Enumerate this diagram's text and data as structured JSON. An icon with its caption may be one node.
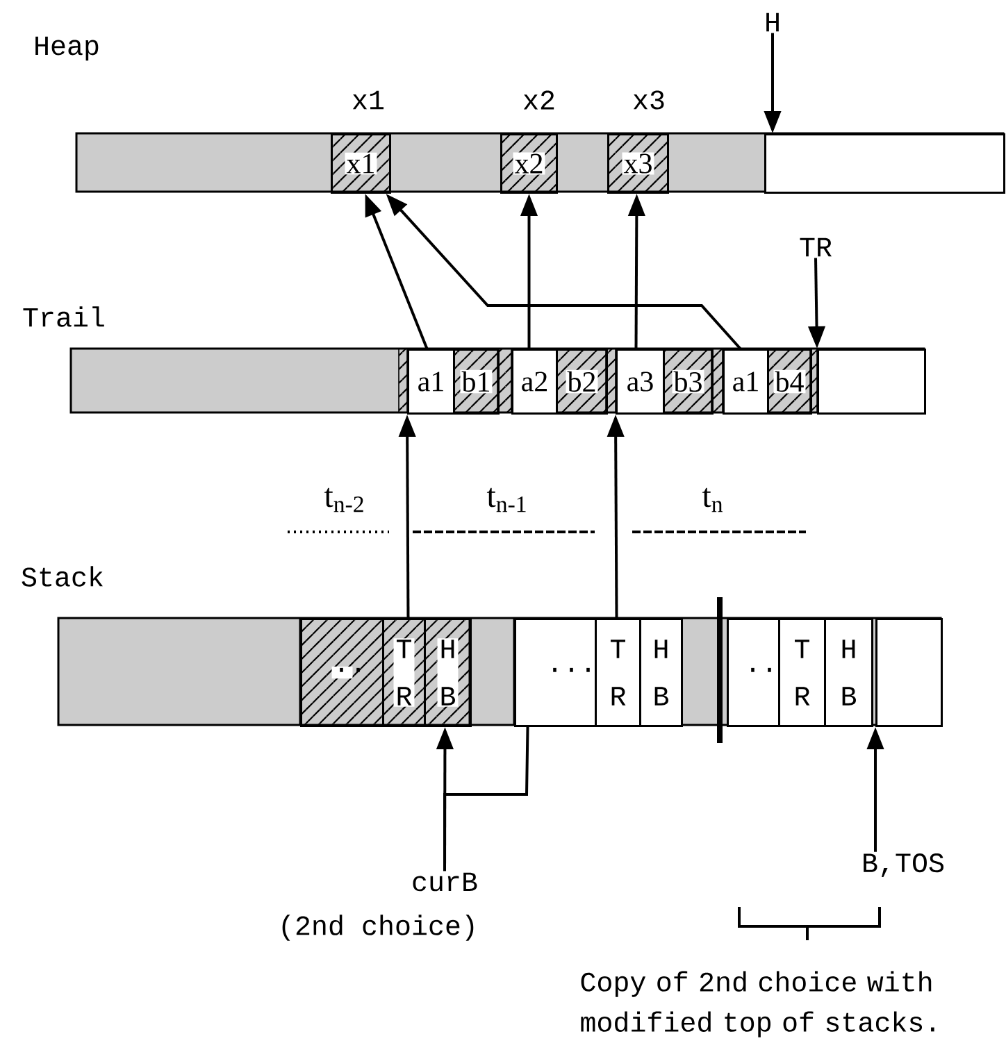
{
  "diagram": {
    "nodes": [
      {
        "text": [
          "x1"
        ],
        "beside": [
          "x1"
        ]
      },
      {
        "text": [
          "x2"
        ],
        "beside": [
          "x2"
        ]
      },
      {
        "text": [
          "x3"
        ],
        "beside": [
          "x3"
        ]
      },
      {
        "text": [],
        "shape": "box"
      },
      {
        "text": [
          "H"
        ]
      },
      {
        "text": [
          "TR"
        ]
      },
      {
        "text": [
          "a1"
        ]
      },
      {
        "text": [
          "b1"
        ]
      },
      {
        "text": [
          "a2"
        ]
      },
      {
        "text": [
          "b2"
        ]
      },
      {
        "text": [
          "a3"
        ]
      },
      {
        "text": [
          "b3"
        ]
      },
      {
        "text": [
          "a1"
        ]
      },
      {
        "text": [
          "b4"
        ]
      },
      {
        "text": [],
        "shape": "box"
      },
      {
        "text": [
          ".."
        ]
      },
      {
        "text": [
          "T R"
        ]
      },
      {
        "text": [
          "H B"
        ]
      },
      {
        "text": [
          "..."
        ]
      },
      {
        "text": [
          "T R"
        ]
      },
      {
        "text": [
          "H B"
        ]
      },
      {
        "text": [
          ".."
        ]
      },
      {
        "text": [
          "T R"
        ]
      },
      {
        "text": [
          "H B"
        ]
      },
      {
        "text": [],
        "shape": "box"
      },
      {
        "text": [
          "curB"
        ],
        "beside": [
          "(2nd choice)"
        ]
      },
      {
        "text": [
          "B,TOS"
        ]
      }
    ],
    "edges": [
      {
        "from": 4,
        "to": 3,
        "arrow": "to"
      },
      {
        "from": 6,
        "to": 0,
        "arrow": "to"
      },
      {
        "from": 12,
        "to": 0,
        "arrow": "to"
      },
      {
        "from": 8,
        "to": 1,
        "arrow": "to"
      },
      {
        "from": 10,
        "to": 2,
        "arrow": "to"
      },
      {
        "from": 5,
        "to": 14,
        "arrow": "to"
      },
      {
        "from": 16,
        "to": 6,
        "arrow": "to"
      },
      {
        "from": 19,
        "to": 10,
        "arrow": "to"
      },
      {
        "from": 25,
        "to": 17,
        "arrow": "to"
      },
      {
        "from": 25,
        "to": 18,
        "arrow": "none"
      },
      {
        "from": 26,
        "to": 24,
        "arrow": "to"
      }
    ],
    "labels": [
      "Heap",
      "Trail",
      "t$_{n-2}$",
      "t$_{n-1}$",
      "t$_{n}$",
      "Stack",
      "Copy of 2nd choice with modified top of stacks."
    ]
  }
}
